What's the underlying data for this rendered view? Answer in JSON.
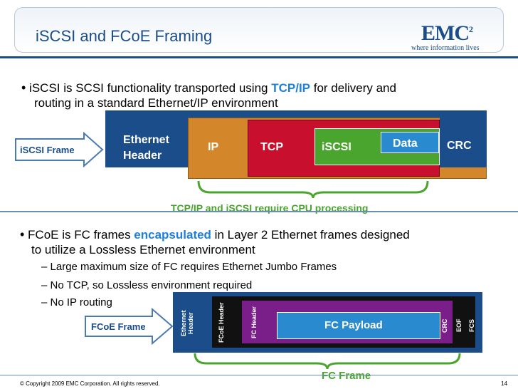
{
  "header": {
    "title": "iSCSI and FCoE Framing",
    "logo": "EMC",
    "logo_sup": "2",
    "tagline": "where information lives"
  },
  "bullets": {
    "b1_pre": "iSCSI is SCSI functionality transported using ",
    "b1_hl": "TCP/IP",
    "b1_post": " for delivery and",
    "b1_line2": "routing in a standard Ethernet/IP environment",
    "b2_pre": "FCoE is FC frames ",
    "b2_hl": "encapsulated",
    "b2_post": " in Layer 2 Ethernet frames designed",
    "b2_line2": "to utilize a Lossless Ethernet environment",
    "sub1": "Large maximum size of FC requires Ethernet Jumbo Frames",
    "sub2": "No TCP, so Lossless environment required",
    "sub3": "No IP routing"
  },
  "iscsi_frame": {
    "arrow_label": "iSCSI Frame",
    "eth_line1": "Ethernet",
    "eth_line2": "Header",
    "ip": "IP",
    "tcp": "TCP",
    "iscsi": "iSCSI",
    "data": "Data",
    "crc": "CRC",
    "note": "TCP/IP and iSCSI require CPU processing"
  },
  "fcoe_frame": {
    "arrow_label": "FCoE Frame",
    "eth_header": "Ethernet Header",
    "fcoe_header": "FCoE Header",
    "fc_header": "FC Header",
    "payload": "FC Payload",
    "crc": "CRC",
    "eof": "EOF",
    "fcs": "FCS",
    "note": "FC Frame"
  },
  "footer": {
    "copyright": "© Copyright 2009 EMC Corporation. All rights reserved.",
    "page": "14"
  },
  "colors": {
    "brand": "#1a4d8a",
    "highlight": "#1f7fe0",
    "ip": "#d4862a",
    "tcp": "#c8102e",
    "iscsi": "#4aa52e",
    "data": "#2a8ad0",
    "fc": "#7a1e8a"
  }
}
